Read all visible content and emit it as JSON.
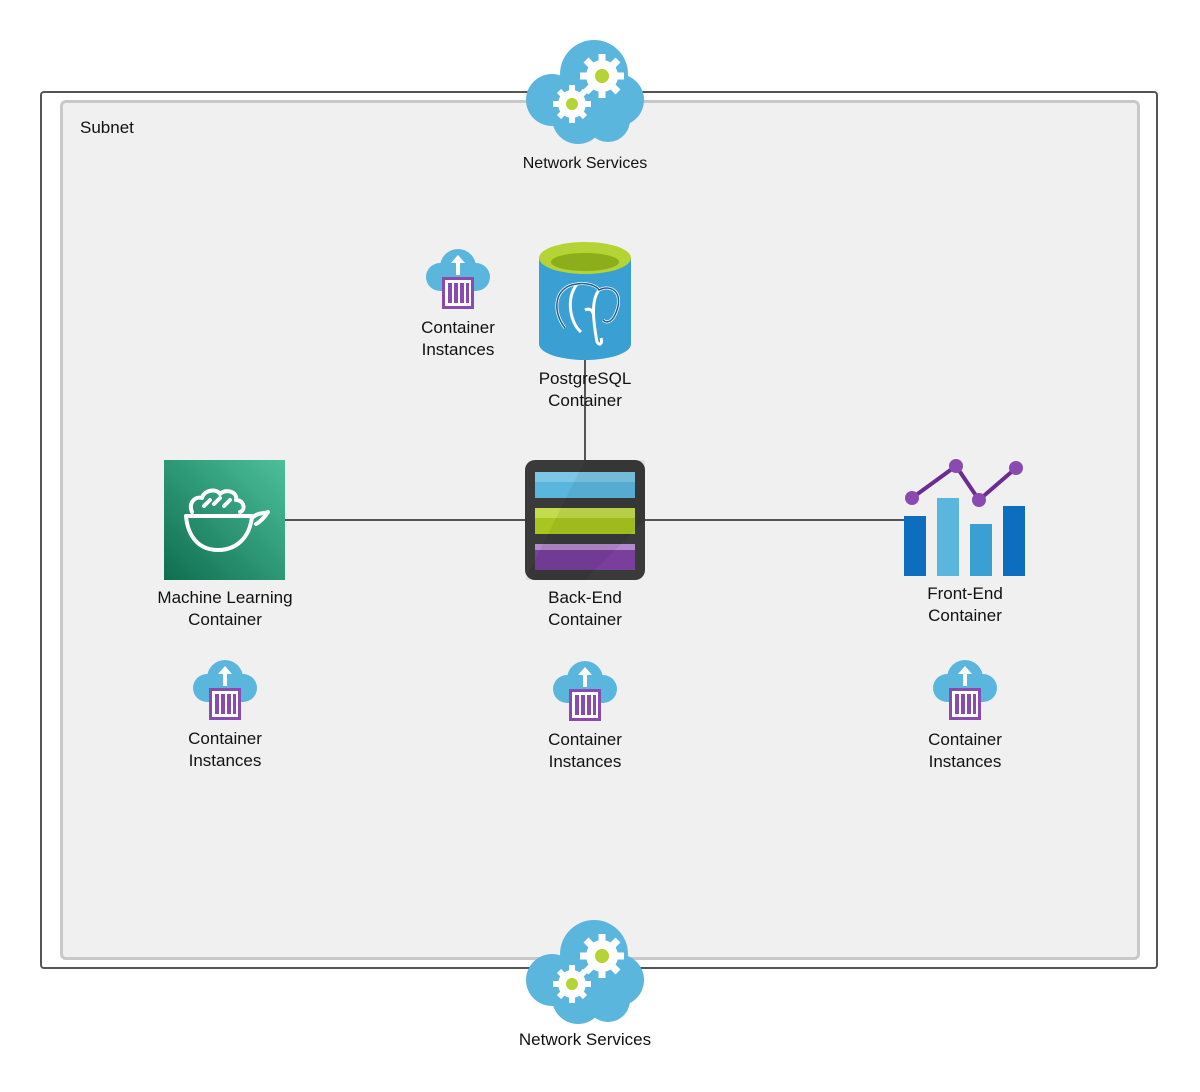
{
  "subnet": {
    "label": "Subnet"
  },
  "network_services_top": {
    "label": "Network Services"
  },
  "network_services_bottom": {
    "label": "Network Services"
  },
  "ci_top": {
    "line1": "Container",
    "line2": "Instances"
  },
  "postgres": {
    "line1": "PostgreSQL",
    "line2": "Container"
  },
  "ml": {
    "line1": "Machine Learning",
    "line2": "Container"
  },
  "backend": {
    "line1": "Back-End",
    "line2": "Container"
  },
  "frontend": {
    "line1": "Front-End",
    "line2": "Container"
  },
  "ci_ml": {
    "line1": "Container",
    "line2": "Instances"
  },
  "ci_backend": {
    "line1": "Container",
    "line2": "Instances"
  },
  "ci_frontend": {
    "line1": "Container",
    "line2": "Instances"
  },
  "colors": {
    "cloud_blue": "#5bb6dd",
    "gear_green": "#b4d334",
    "container_purple": "#8a4bb0",
    "ml_green": "#1c8a64",
    "frontend_blue": "#0d6ebf",
    "frontend_purple": "#6c2c91"
  }
}
